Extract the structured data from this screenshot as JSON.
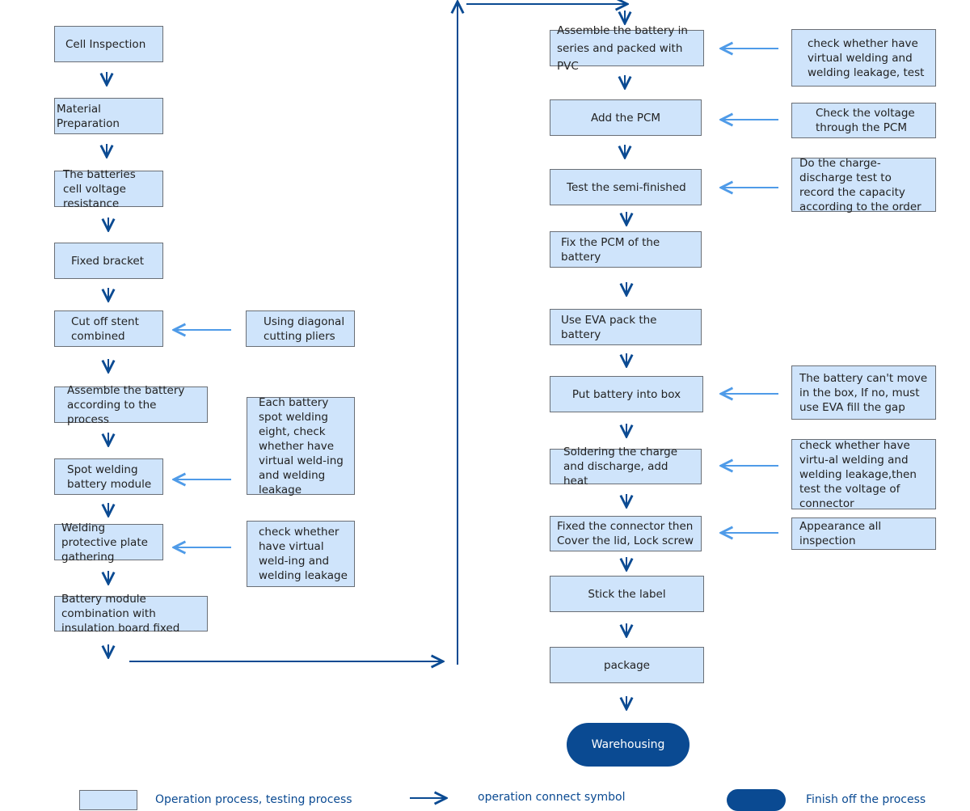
{
  "left_column": {
    "steps": [
      "Cell Inspection",
      "Material Preparation",
      "The batteries cell voltage resistance",
      "Fixed bracket",
      "Cut off stent combined",
      "Assemble the battery according to the process",
      "Spot welding battery module",
      "Welding protective plate gathering",
      "Battery module combination with insulation board fixed"
    ],
    "tests": [
      "Using diagonal cutting pliers",
      "Each battery spot welding eight, check whether have virtual weld-ing and welding leakage",
      "check whether have virtual weld-ing and welding leakage"
    ]
  },
  "right_column": {
    "steps": [
      "Assemble the battery in series and packed with PVC",
      "Add the PCM",
      "Test the semi-finished",
      "Fix the PCM of the battery",
      "Use EVA pack the battery",
      "Put battery into box",
      "Soldering the charge and discharge, add heat",
      "Fixed the connector then Cover the lid,  Lock screw",
      "Stick the label",
      "package"
    ],
    "tests": [
      "check whether have virtual welding and welding leakage,  test",
      "Check the voltage through the PCM",
      "Do the charge-discharge test to record the capacity according to the order",
      "The battery can't move in the box, If no, must use EVA fill the gap",
      "check whether have virtu-al welding and welding leakage,then test the voltage of connector",
      "Appearance all inspection"
    ],
    "finish": "Warehousing"
  },
  "legend": {
    "box_label": "Operation process, testing process",
    "arrow_label": "operation connect symbol",
    "finish_label": "Finish off the process"
  },
  "colors": {
    "box_fill": "#cfe4fb",
    "box_border": "#6a6f76",
    "flow_arrow": "#0a4a92",
    "test_arrow": "#4f9be8",
    "finish_fill": "#0a4a92"
  }
}
